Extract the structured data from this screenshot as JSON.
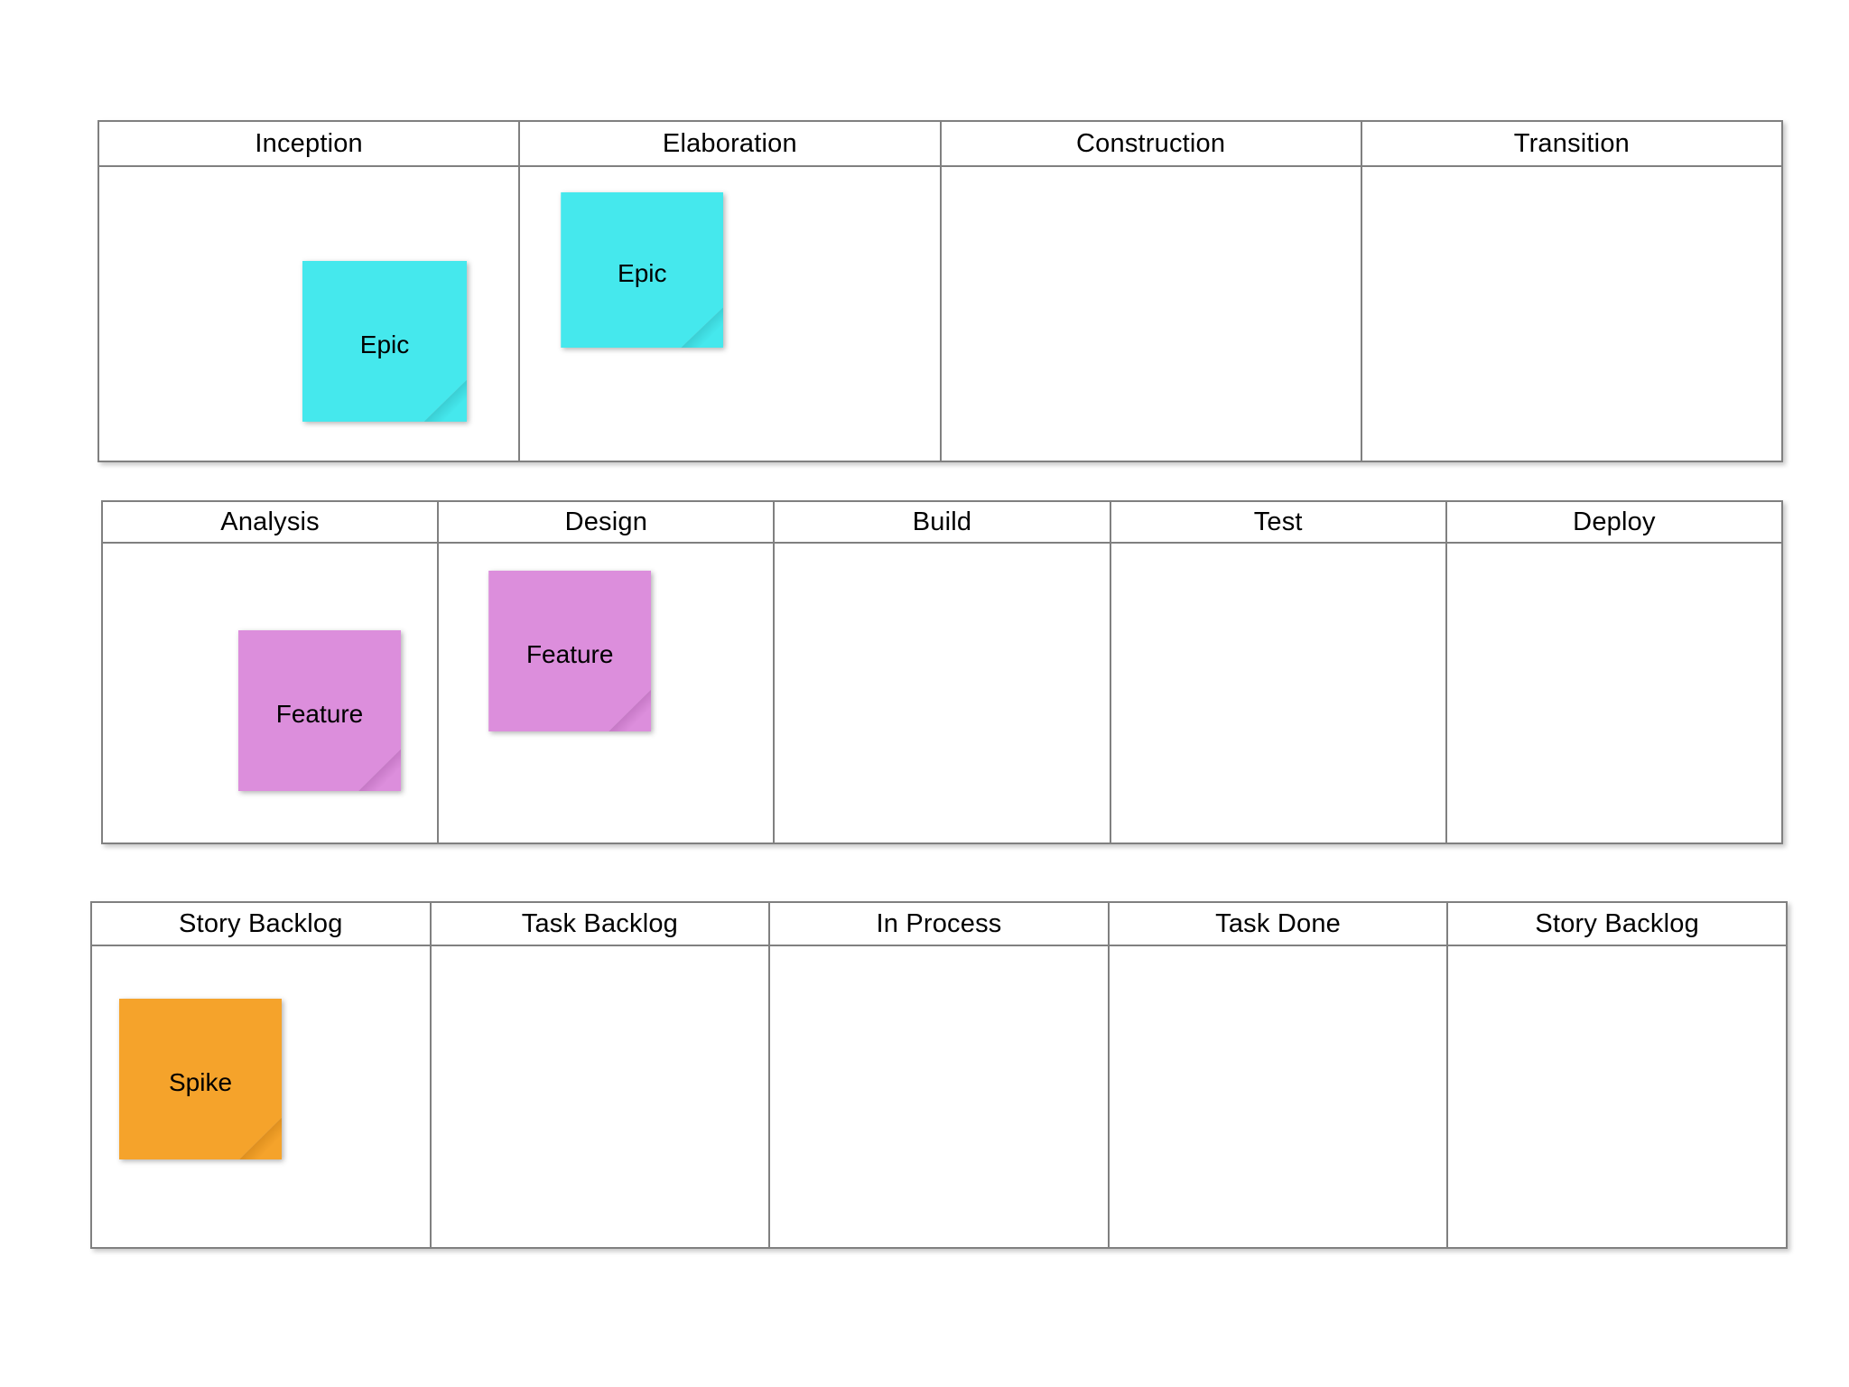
{
  "palette": {
    "border": "#808080",
    "background": "#ffffff",
    "cyan_note": "#45E8ED",
    "cyan_note_curl": "#2FB6BC",
    "purple_note": "#DC8EDC",
    "purple_note_curl": "#B063B0",
    "orange_note": "#F5A32B",
    "orange_note_curl": "#C97C12"
  },
  "boards": [
    {
      "name": "lifecycle-phases",
      "columns": [
        {
          "header": "Inception"
        },
        {
          "header": "Elaboration"
        },
        {
          "header": "Construction"
        },
        {
          "header": "Transition"
        }
      ],
      "notes": [
        {
          "id": "note-epic-inception",
          "label": "Epic",
          "column": 0,
          "color": "cyan_note",
          "curl": "cyan_note_curl"
        },
        {
          "id": "note-epic-elab",
          "label": "Epic",
          "column": 1,
          "color": "cyan_note",
          "curl": "cyan_note_curl"
        }
      ]
    },
    {
      "name": "delivery-stages",
      "columns": [
        {
          "header": "Analysis"
        },
        {
          "header": "Design"
        },
        {
          "header": "Build"
        },
        {
          "header": "Test"
        },
        {
          "header": "Deploy"
        }
      ],
      "notes": [
        {
          "id": "note-feature-analysis",
          "label": "Feature",
          "column": 0,
          "color": "purple_note",
          "curl": "purple_note_curl"
        },
        {
          "id": "note-feature-design",
          "label": "Feature",
          "column": 1,
          "color": "purple_note",
          "curl": "purple_note_curl"
        }
      ]
    },
    {
      "name": "team-kanban",
      "columns": [
        {
          "header": "Story Backlog"
        },
        {
          "header": "Task Backlog"
        },
        {
          "header": "In Process"
        },
        {
          "header": "Task Done"
        },
        {
          "header": "Story Backlog"
        }
      ],
      "notes": [
        {
          "id": "note-spike-backlog",
          "label": "Spike",
          "column": 0,
          "color": "orange_note",
          "curl": "orange_note_curl"
        }
      ]
    }
  ]
}
